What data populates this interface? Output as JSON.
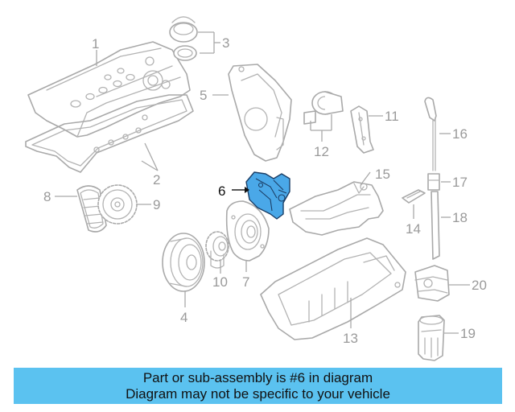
{
  "callouts": [
    {
      "id": "1",
      "label": "1",
      "highlighted": false
    },
    {
      "id": "2",
      "label": "2",
      "highlighted": false
    },
    {
      "id": "3",
      "label": "3",
      "highlighted": false
    },
    {
      "id": "4",
      "label": "4",
      "highlighted": false
    },
    {
      "id": "5",
      "label": "5",
      "highlighted": false
    },
    {
      "id": "6",
      "label": "6",
      "highlighted": true
    },
    {
      "id": "7",
      "label": "7",
      "highlighted": false
    },
    {
      "id": "8",
      "label": "8",
      "highlighted": false
    },
    {
      "id": "9",
      "label": "9",
      "highlighted": false
    },
    {
      "id": "10",
      "label": "10",
      "highlighted": false
    },
    {
      "id": "11",
      "label": "11",
      "highlighted": false
    },
    {
      "id": "12",
      "label": "12",
      "highlighted": false
    },
    {
      "id": "13",
      "label": "13",
      "highlighted": false
    },
    {
      "id": "14",
      "label": "14",
      "highlighted": false
    },
    {
      "id": "15",
      "label": "15",
      "highlighted": false
    },
    {
      "id": "16",
      "label": "16",
      "highlighted": false
    },
    {
      "id": "17",
      "label": "17",
      "highlighted": false
    },
    {
      "id": "18",
      "label": "18",
      "highlighted": false
    },
    {
      "id": "19",
      "label": "19",
      "highlighted": false
    },
    {
      "id": "20",
      "label": "20",
      "highlighted": false
    }
  ],
  "banner": {
    "line1": "Part or sub-assembly is #6 in diagram",
    "line2": "Diagram may not be specific to your vehicle"
  },
  "colors": {
    "highlight_fill": "#4aa8e8",
    "banner_background": "#5bc2f0",
    "part_outline": "#a9a9a9"
  }
}
